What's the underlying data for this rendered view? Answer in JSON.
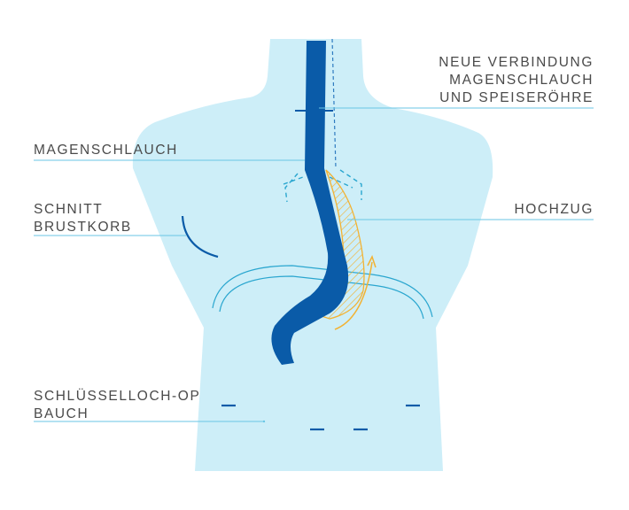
{
  "labels": {
    "neue_verbindung": [
      "NEUE VERBINDUNG",
      "MAGENSCHLAUCH",
      "UND SPEISERÖHRE"
    ],
    "magenschlauch": [
      "MAGENSCHLAUCH"
    ],
    "schnitt_brustkorb": [
      "SCHNITT",
      "BRUSTKORB"
    ],
    "hochzug": [
      "HOCHZUG"
    ],
    "schluesselloch_op": [
      "SCHLÜSSELLOCH-OP",
      "BAUCH"
    ]
  },
  "colors": {
    "body": "#cdeef8",
    "tube": "#0a5ba8",
    "leader": "#69c6e5",
    "cut": "#0a5ba8",
    "hatch": "#f2b233",
    "text": "#4a4a4a"
  }
}
